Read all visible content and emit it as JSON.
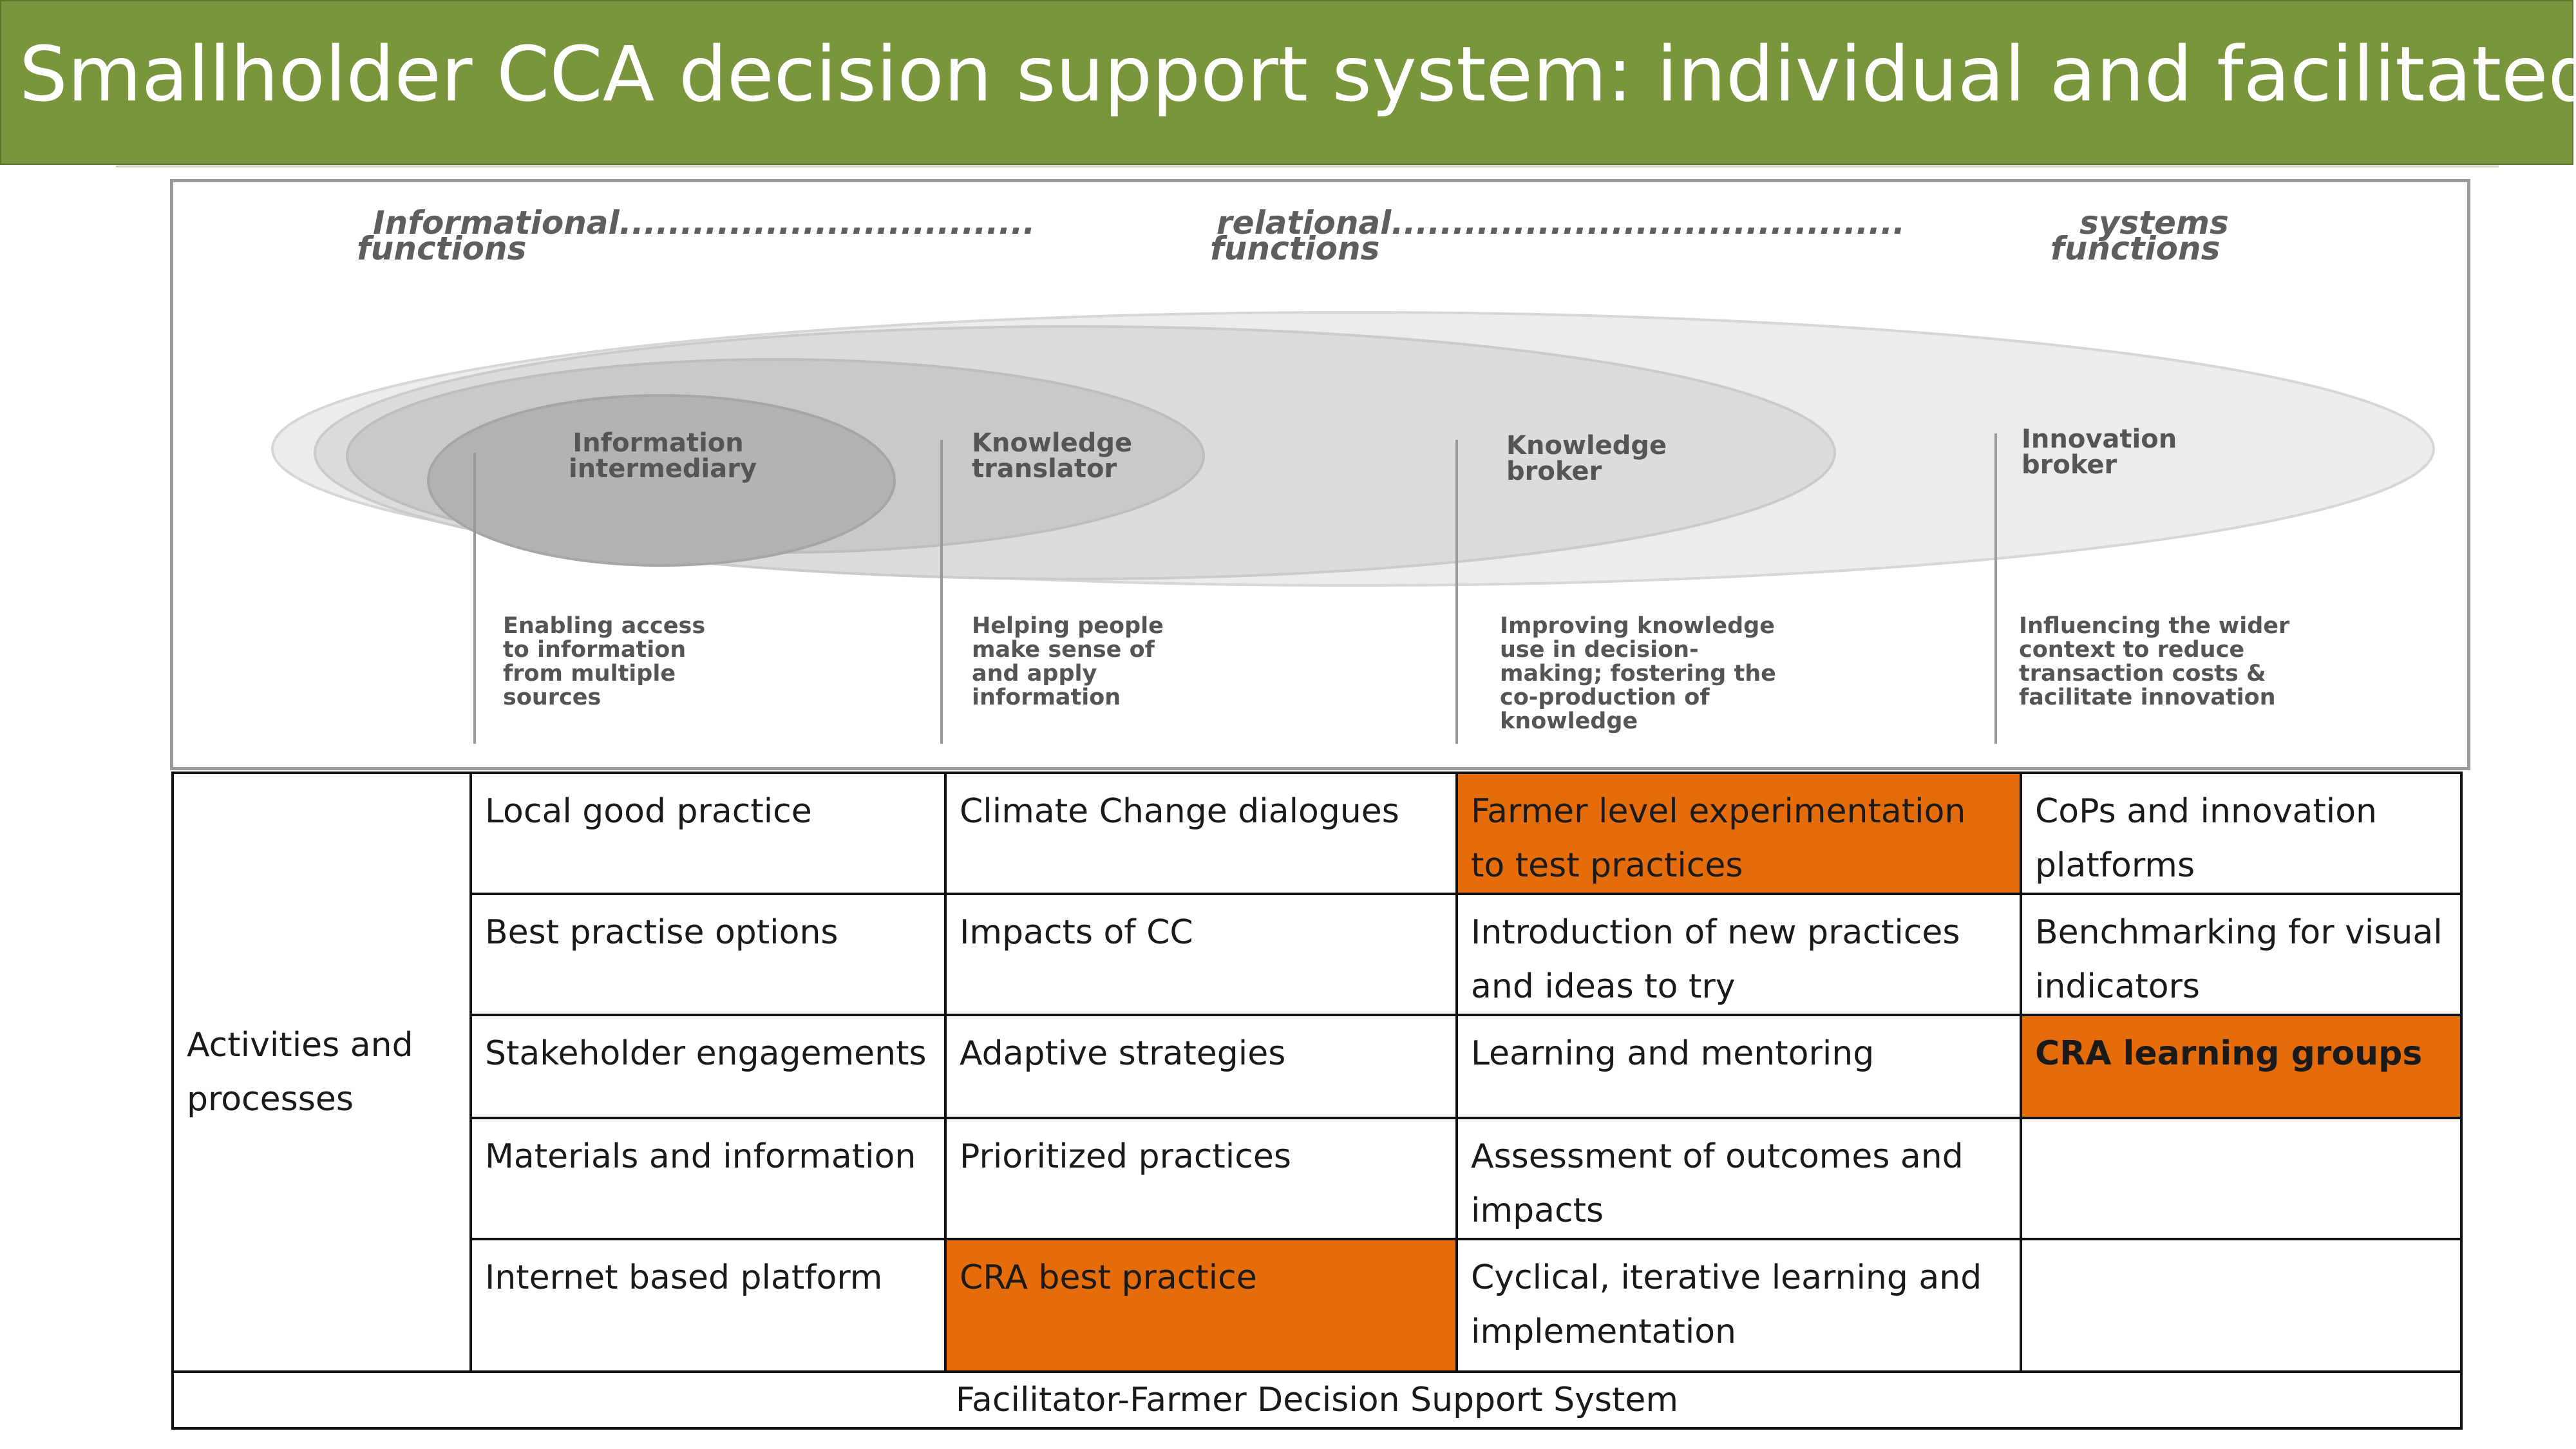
{
  "title": "Smallholder CCA decision support system: individual and facilitated",
  "diagram": {
    "functions": {
      "informational": {
        "line1": "Informational",
        "line2": "functions"
      },
      "dots1": "..................................",
      "relational": {
        "line1": "relational",
        "line2": "functions"
      },
      "dots2": "..........................................",
      "systems": {
        "line1": "systems",
        "line2": "functions"
      }
    },
    "roles": [
      {
        "line1": "Information",
        "line2": "intermediary"
      },
      {
        "line1": "Knowledge",
        "line2": "translator"
      },
      {
        "line1": "Knowledge",
        "line2": "broker"
      },
      {
        "line1": "Innovation",
        "line2": "broker"
      }
    ],
    "descriptions": [
      {
        "lines": [
          "Enabling access",
          "to information",
          "from multiple",
          "sources"
        ]
      },
      {
        "lines": [
          "Helping people",
          "make sense of",
          "and apply",
          "information"
        ]
      },
      {
        "lines": [
          "Improving knowledge",
          "use in decision-",
          "making; fostering the",
          "co-production of",
          "knowledge"
        ]
      },
      {
        "lines": [
          "Influencing the wider",
          "context to reduce",
          "transaction costs &",
          "facilitate innovation"
        ]
      }
    ]
  },
  "table": {
    "row_header": "Activities and processes",
    "rows": [
      [
        "Local good practice",
        "Climate Change dialogues",
        "Farmer level experimentation to test practices",
        "CoPs and innovation platforms"
      ],
      [
        "Best practise options",
        "Impacts of CC",
        "Introduction of new practices and ideas to try",
        "Benchmarking for visual indicators"
      ],
      [
        "Stakeholder engagements",
        "Adaptive strategies",
        "Learning and mentoring",
        "CRA learning groups"
      ],
      [
        "Materials and information",
        "Prioritized practices",
        "Assessment of outcomes and impacts",
        ""
      ],
      [
        "Internet based platform",
        "CRA best practice",
        "Cyclical, iterative learning and implementation",
        ""
      ]
    ],
    "footer": "Facilitator-Farmer Decision Support System"
  },
  "colors": {
    "title_bar": "#79963c",
    "highlight": "#e46c0a"
  }
}
